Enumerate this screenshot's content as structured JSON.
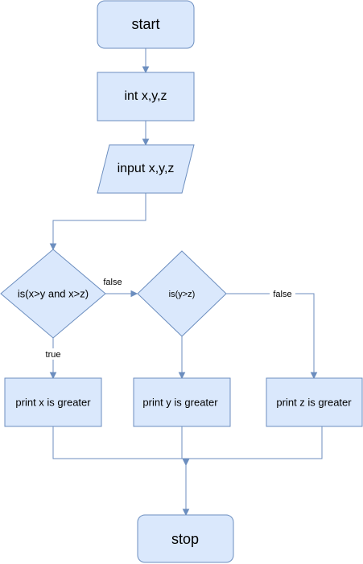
{
  "nodes": {
    "start": "start",
    "declare": "int x,y,z",
    "input": "input x,y,z",
    "decision1": "is(x>y and x>z)",
    "decision2": "is(y>z)",
    "print_x": "print x is greater",
    "print_y": "print y is greater",
    "print_z": "print z is greater",
    "stop": "stop"
  },
  "edge_labels": {
    "d1_false": "false",
    "d1_true": "true",
    "d2_false": "false"
  },
  "colors": {
    "fill": "#dae8fc",
    "stroke": "#6c8ebf"
  }
}
